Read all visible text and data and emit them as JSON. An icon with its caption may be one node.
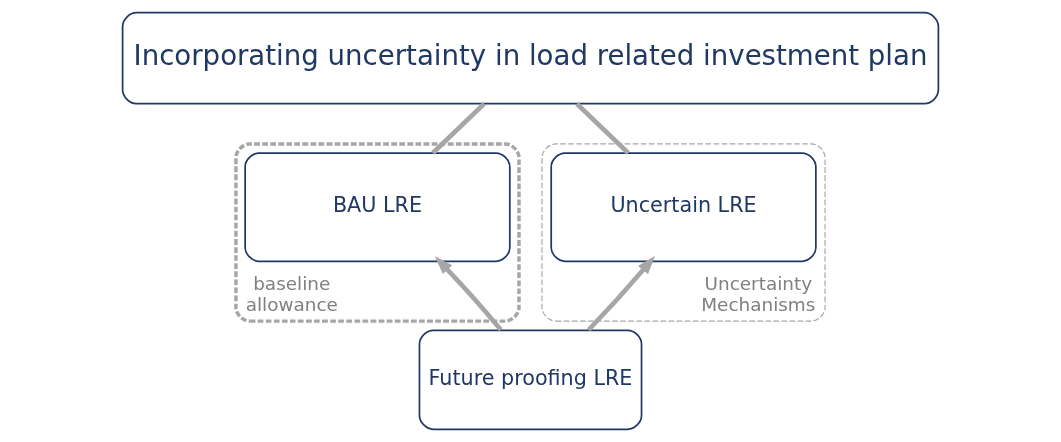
{
  "diagram": {
    "nodes": [
      {
        "text": [
          "Incorporating uncertainty in load related investment plan"
        ]
      },
      {
        "text": [
          "baseline allowance"
        ]
      },
      {
        "text": [
          "BAU LRE"
        ],
        "in": 1
      },
      {
        "text": [
          "Uncertainty Mechanisms"
        ]
      },
      {
        "text": [
          "Uncertain LRE"
        ],
        "in": 3
      },
      {
        "text": [
          "Future proofing LRE"
        ]
      }
    ],
    "edges": [
      {
        "from": 0,
        "to": 2,
        "arrow": "none"
      },
      {
        "from": 0,
        "to": 4,
        "arrow": "none"
      },
      {
        "from": 5,
        "to": 2,
        "arrow": "to"
      },
      {
        "from": 5,
        "to": 4,
        "arrow": "to"
      }
    ]
  }
}
